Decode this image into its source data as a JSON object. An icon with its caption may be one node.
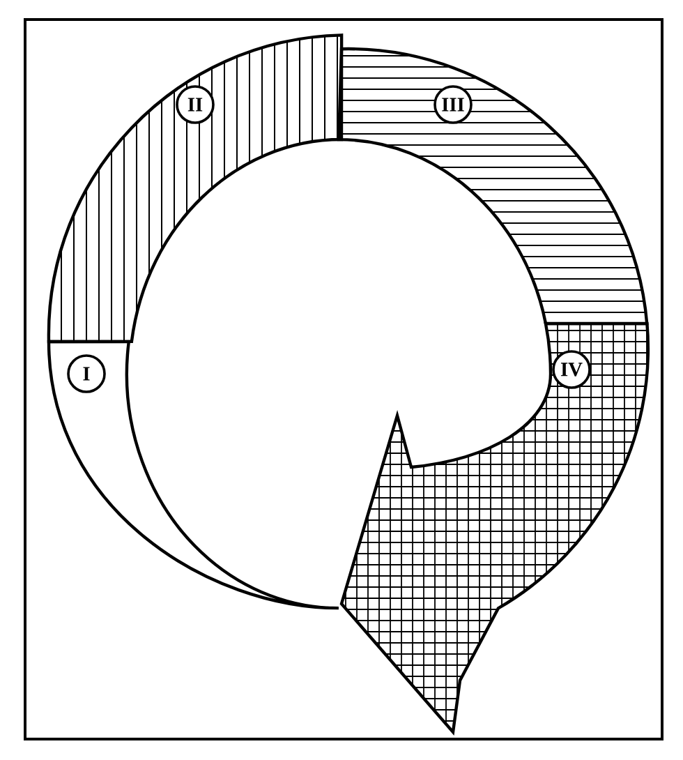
{
  "diagram": {
    "nodes": [
      {
        "text": [
          "I"
        ]
      },
      {
        "text": [
          "II"
        ]
      },
      {
        "text": [
          "III"
        ]
      },
      {
        "text": [
          "IV"
        ]
      }
    ]
  }
}
